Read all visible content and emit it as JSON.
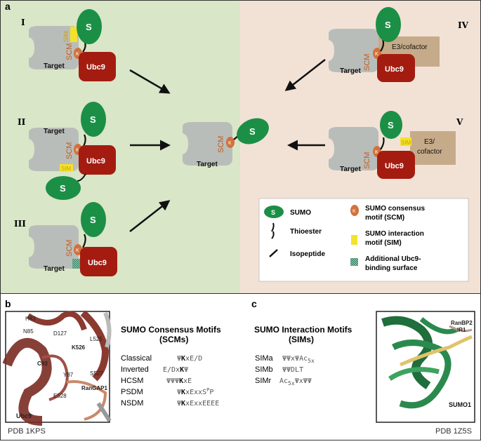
{
  "panel_a": {
    "letter": "a",
    "roman": [
      "I",
      "II",
      "III",
      "IV",
      "V"
    ],
    "sumo_glyph": "S",
    "target": "Target",
    "ubc9": "Ubc9",
    "scm": "SCM",
    "sim": "SIM",
    "k": "K",
    "e3_iv": "E3/cofactor",
    "e3_v_line1": "E3/",
    "e3_v_line2": "cofactor",
    "colors": {
      "left_bg": "#d9e6c8",
      "right_bg": "#f2e2d6",
      "sumo": "#1b8f46",
      "ubc9": "#a41c10",
      "target": "#b9bdba",
      "scm": "#d3713c",
      "sim": "#f4e22a",
      "e3": "#c6ab8a"
    }
  },
  "legend": {
    "sumo": "SUMO",
    "scm_line1": "SUMO consensus",
    "scm_line2": "motif (SCM)",
    "thioester": "Thioester",
    "sim_line1": "SUMO interaction",
    "sim_line2": "motif (SIM)",
    "isopeptide": "Isopeptide",
    "ubc9_surface_line1": "Additional Ubc9-",
    "ubc9_surface_line2": "binding surface"
  },
  "panel_b": {
    "letter": "b",
    "pdb": "PDB 1KPS",
    "residues": [
      "H83",
      "N85",
      "D127",
      "L525",
      "K526",
      "C93",
      "Y87",
      "S527",
      "E528",
      "RanGAP1",
      "Ubc9"
    ],
    "title_line1": "SUMO Consensus Motifs",
    "title_line2": "(SCMs)",
    "motifs": [
      {
        "name": "Classical",
        "seq": "ΨKxE/D"
      },
      {
        "name": "Inverted",
        "seq": "E/DxKΨ"
      },
      {
        "name": "HCSM",
        "seq": "ΨΨΨKxE"
      },
      {
        "name": "PSDM",
        "seq": "ΨKxExxSP"
      },
      {
        "name": "NSDM",
        "seq": "ΨKxExxEEEE"
      }
    ]
  },
  "panel_c": {
    "letter": "c",
    "title_line1": "SUMO Interaction Motifs",
    "title_line2": "(SIMs)",
    "motifs": [
      {
        "name": "SIMa",
        "seq": "ΨΨxΨAc5x"
      },
      {
        "name": "SIMb",
        "seq": "ΨΨDLT"
      },
      {
        "name": "SIMr",
        "seq": "Ac5xΨxΨΨ"
      }
    ],
    "label_ranbp2": "RanBP2",
    "label_ir1": "IR1",
    "label_sumo1": "SUMO1",
    "pdb": "PDB 1Z5S"
  }
}
